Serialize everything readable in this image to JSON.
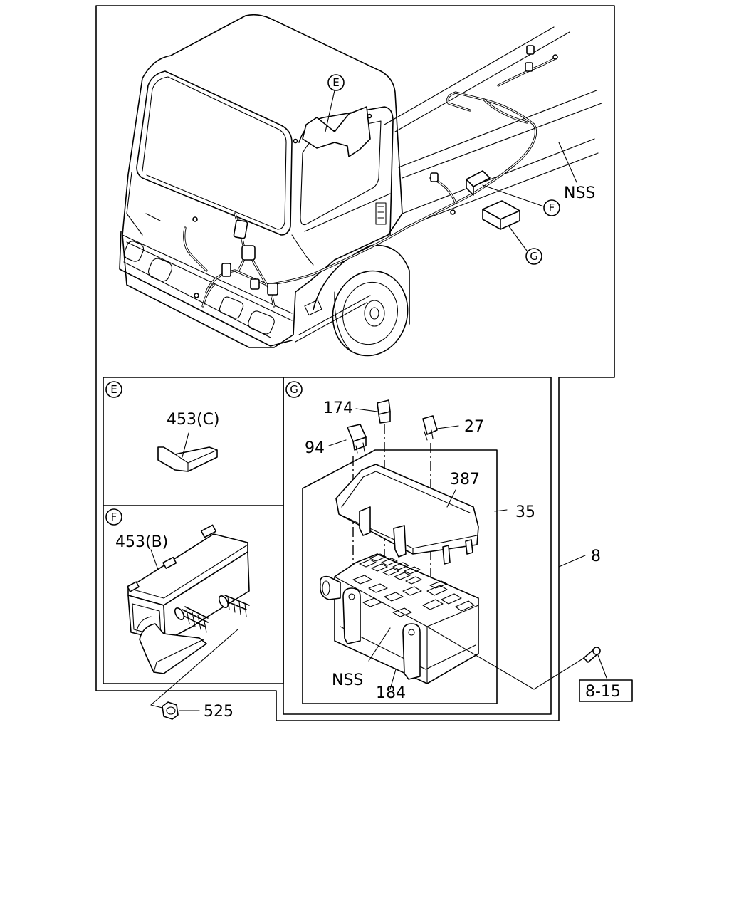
{
  "callouts": {
    "detail_e": "E",
    "detail_f": "F",
    "detail_g": "G"
  },
  "labels": {
    "nss_top": "NSS",
    "part_453c": "453(C)",
    "part_453b": "453(B)",
    "part_174": "174",
    "part_27": "27",
    "part_94": "94",
    "part_387": "387",
    "part_35": "35",
    "part_8": "8",
    "nss_fuse": "NSS",
    "part_184": "184",
    "part_525": "525",
    "ref_8_15": "8-15"
  }
}
